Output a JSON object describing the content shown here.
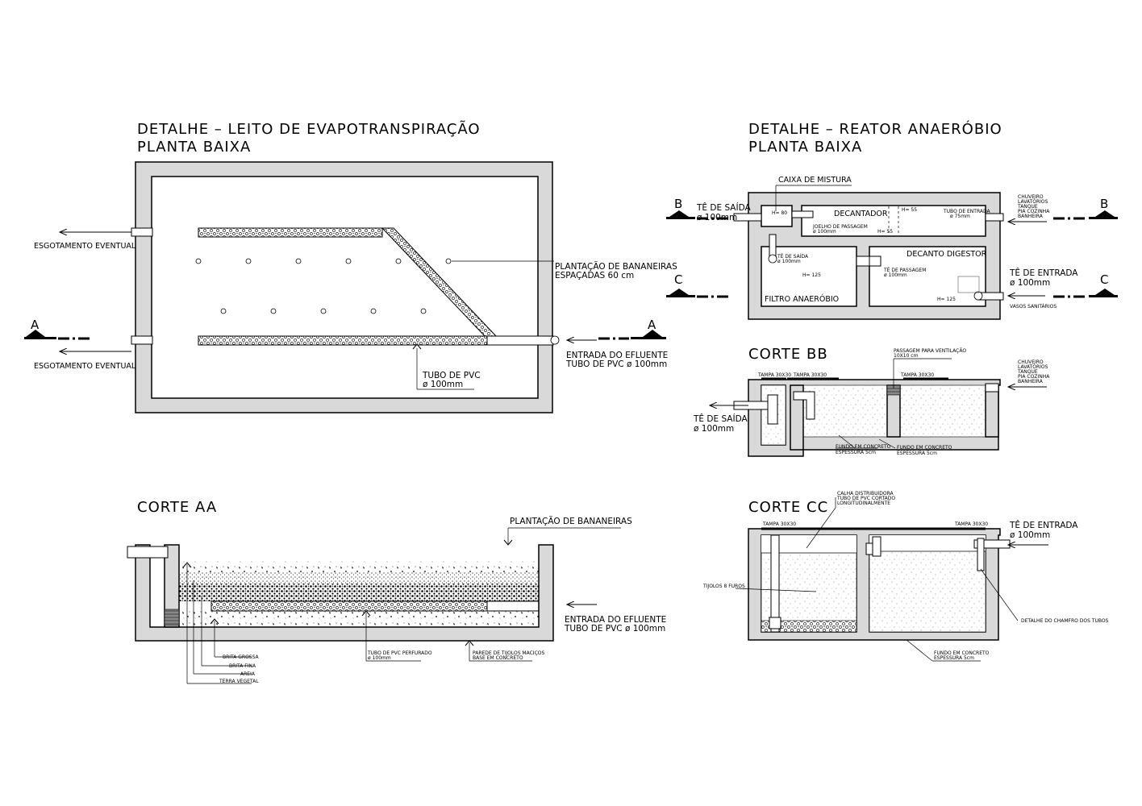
{
  "evapo": {
    "title": "DETALHE – LEITO DE EVAPOTRANSPIRAÇÃO",
    "subtitle": "PLANTA BAIXA",
    "esgotamento_1": "ESGOTAMENTO EVENTUAL",
    "esgotamento_2": "ESGOTAMENTO EVENTUAL",
    "plantacao_1": "PLANTAÇÃO DE BANANEIRAS",
    "plantacao_2": "ESPAÇADAS 60 cm",
    "entrada_1": "ENTRADA DO EFLUENTE",
    "entrada_2": "TUBO DE PVC ø 100mm",
    "tubo_1": "TUBO DE PVC",
    "tubo_2": "ø 100mm",
    "marker": "A"
  },
  "reator": {
    "title": "DETALHE – REATOR ANAERÓBIO",
    "subtitle": "PLANTA BAIXA",
    "caixa_mistura": "CAIXA DE MISTURA",
    "decantador": "DECANTADOR",
    "decanto_digestor": "DECANTO DIGESTOR",
    "filtro": "FILTRO ANAERÓBIO",
    "te_saida": "TÊ DE SAÍDA",
    "te_saida_d": "ø 100mm",
    "te_entrada": "TÊ DE ENTRADA",
    "te_entrada_d": "ø 100mm",
    "vasos": "VASOS SANITÁRIOS",
    "chuveiro": [
      "CHUVEIRO",
      "LAVATÓRIOS",
      "TANQUE",
      "PIA COZINHA",
      "BANHEIRA"
    ],
    "h80": "H= 80",
    "h55a": "H= 55",
    "h55b": "H= 55",
    "h125a": "H= 125",
    "h125b": "H= 125",
    "joelho_1": "JOELHO DE PASSAGEM",
    "joelho_2": "ø 100mm",
    "tubo_entrada_1": "TUBO DE ENTRADA",
    "tubo_entrada_2": "ø 75mm",
    "te_saida_small_1": "TÊ DE SAÍDA",
    "te_saida_small_2": "ø 100mm",
    "te_passagem_1": "TÊ DE PASSAGEM",
    "te_passagem_2": "ø 100mm",
    "marker_b": "B",
    "marker_c": "C"
  },
  "corte_bb": {
    "title": "CORTE BB",
    "passagem_1": "PASSAGEM PARA VENTILAÇÃO",
    "passagem_2": "10X10 cm",
    "tampa_1": "TAMPA 30X30",
    "tampa_2": "TAMPA 30X30",
    "tampa_3": "TAMPA 30X30",
    "te_saida": "TÊ DE SAÍDA",
    "te_saida_d": "ø 100mm",
    "fundo_1a": "FUNDO EM CONCRETO",
    "fundo_1b": "ESPESSURA 5cm",
    "fundo_2a": "FUNDO EM CONCRETO",
    "fundo_2b": "ESPESSURA 5cm",
    "chuveiro": [
      "CHUVEIRO",
      "LAVATÓRIOS",
      "TANQUE",
      "PIA COZINHA",
      "BANHEIRA"
    ]
  },
  "corte_aa": {
    "title": "CORTE AA",
    "plantacao": "PLANTAÇÃO DE BANANEIRAS",
    "entrada_1": "ENTRADA DO EFLUENTE",
    "entrada_2": "TUBO DE PVC ø 100mm",
    "brita_grossa": "BRITA GROSSA",
    "brita_fina": "BRITA FINA",
    "areia": "AREIA",
    "terra": "TERRA VEGETAL",
    "tubo_perf_1": "TUBO DE PVC PERFURADO",
    "tubo_perf_2": "ø 100mm",
    "parede_1": "PAREDE DE TIJOLOS MACIÇOS",
    "parede_2": "BASE EM CONCRETO"
  },
  "corte_cc": {
    "title": "CORTE CC",
    "calha_1": "CALHA DISTRIBUIDORA",
    "calha_2": "TUBO DE PVC CORTADO",
    "calha_3": "LONGITUDINALMENTE",
    "tampa_1": "TAMPA 30X30",
    "tampa_2": "TAMPA 30X30",
    "te_entrada": "TÊ DE ENTRADA",
    "te_entrada_d": "ø 100mm",
    "tijolos": "TIJOLOS 8 FUROS",
    "chanfro": "DETALHE DO CHAMFRO DOS TUBOS",
    "fundo_1": "FUNDO EM CONCRETO",
    "fundo_2": "ESPESSURA 5cm"
  }
}
